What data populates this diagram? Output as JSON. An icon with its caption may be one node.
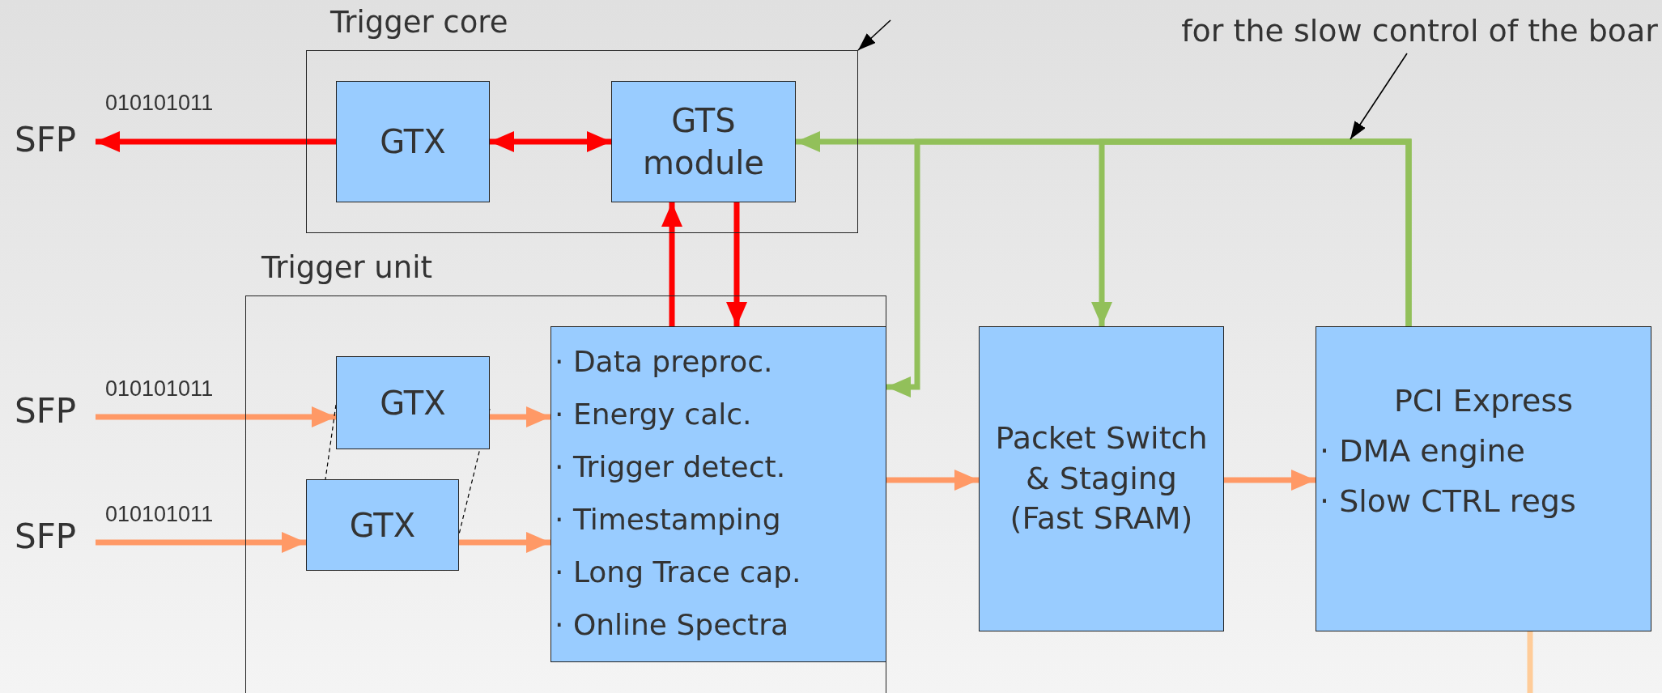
{
  "diagram": {
    "nodes": [
      {
        "text": [
          "Trigger core"
        ]
      },
      {
        "text": [
          "GTX"
        ],
        "in": 0
      },
      {
        "text": [
          "GTS module"
        ],
        "in": 0
      },
      {
        "text": [
          "SFP"
        ]
      },
      {
        "text": [
          "Trigger unit"
        ]
      },
      {
        "text": [
          "SFP"
        ]
      },
      {
        "text": [
          "GTX"
        ],
        "in": 4
      },
      {
        "text": [
          "SFP"
        ]
      },
      {
        "text": [
          "GTX"
        ],
        "in": 4
      },
      {
        "text": [
          "· Data preproc.",
          "· Energy calc.",
          "· Trigger detect.",
          "· Timestamping",
          "· Long Trace cap.",
          "· Online Spectra"
        ],
        "in": 4
      },
      {
        "text": [
          "Packet Switch & Staging (Fast SRAM)"
        ]
      },
      {
        "text": [
          "PCI Express",
          "· DMA engine",
          "· Slow CTRL regs"
        ]
      },
      {
        "text": [
          "for the slow control of the boar"
        ]
      }
    ],
    "edges": [
      {
        "from": 1,
        "to": 3,
        "arrow": "to",
        "label": "010101011",
        "color": "#ff0000"
      },
      {
        "from": 1,
        "to": 2,
        "arrow": "both",
        "color": "#ff0000"
      },
      {
        "from": 9,
        "to": 2,
        "arrow": "to",
        "color": "#ff0000"
      },
      {
        "from": 2,
        "to": 9,
        "arrow": "to",
        "color": "#ff0000"
      },
      {
        "from": 11,
        "to": 2,
        "arrow": "to",
        "color": "#92c05a"
      },
      {
        "from": 11,
        "to": 9,
        "arrow": "to",
        "color": "#92c05a"
      },
      {
        "from": 11,
        "to": 10,
        "arrow": "to",
        "color": "#92c05a"
      },
      {
        "from": 5,
        "to": 6,
        "arrow": "to",
        "label": "010101011",
        "color": "#ff9966"
      },
      {
        "from": 7,
        "to": 8,
        "arrow": "to",
        "label": "010101011",
        "color": "#ff9966"
      },
      {
        "from": 6,
        "to": 9,
        "arrow": "to",
        "color": "#ff9966"
      },
      {
        "from": 8,
        "to": 9,
        "arrow": "to",
        "color": "#ff9966"
      },
      {
        "from": 9,
        "to": 10,
        "arrow": "to",
        "color": "#ff9966"
      },
      {
        "from": 10,
        "to": 11,
        "arrow": "to",
        "color": "#ff9966"
      },
      {
        "from": 11,
        "to": null,
        "arrow": "none",
        "color": "#ffcc99"
      },
      {
        "from": null,
        "to": 0,
        "arrow": "to",
        "color": "#000000"
      },
      {
        "from": 12,
        "to": null,
        "arrow": "to",
        "color": "#000000"
      },
      {
        "from": 6,
        "to": 8,
        "arrow": "none",
        "style": "dashed",
        "color": "#000000"
      },
      {
        "from": 6,
        "to": 8,
        "arrow": "none",
        "style": "dashed",
        "color": "#000000"
      }
    ]
  }
}
